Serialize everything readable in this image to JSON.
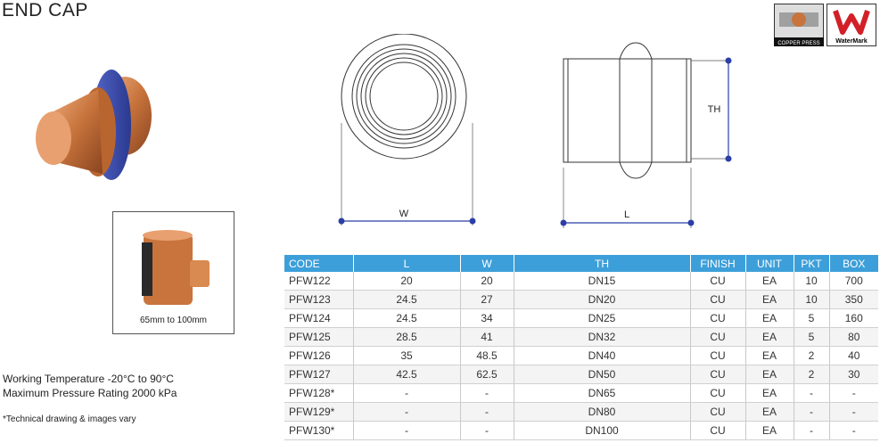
{
  "title": "END CAP",
  "inset_caption": "65mm to 100mm",
  "specs": {
    "working_temperature": "Working Temperature  -20°C to 90°C",
    "max_pressure": "Maximum Pressure Rating  2000 kPa"
  },
  "note": "*Technical drawing & images vary",
  "certs": {
    "copper_press": "COPPER PRESS",
    "watermark": "WaterMark"
  },
  "drawing": {
    "width_label": "W",
    "length_label": "L",
    "thread_label": "TH"
  },
  "colors": {
    "header_blue": "#3d9fd9",
    "copper": "#c8743c",
    "seal_blue": "#3a4fb0",
    "dimension_blue": "#2b3fa8",
    "watermark_red": "#d22027"
  },
  "table": {
    "headers": [
      "CODE",
      "L",
      "W",
      "TH",
      "FINISH",
      "UNIT",
      "PKT",
      "BOX"
    ],
    "rows": [
      [
        "PFW122",
        "20",
        "20",
        "DN15",
        "CU",
        "EA",
        "10",
        "700"
      ],
      [
        "PFW123",
        "24.5",
        "27",
        "DN20",
        "CU",
        "EA",
        "10",
        "350"
      ],
      [
        "PFW124",
        "24.5",
        "34",
        "DN25",
        "CU",
        "EA",
        "5",
        "160"
      ],
      [
        "PFW125",
        "28.5",
        "41",
        "DN32",
        "CU",
        "EA",
        "5",
        "80"
      ],
      [
        "PFW126",
        "35",
        "48.5",
        "DN40",
        "CU",
        "EA",
        "2",
        "40"
      ],
      [
        "PFW127",
        "42.5",
        "62.5",
        "DN50",
        "CU",
        "EA",
        "2",
        "30"
      ],
      [
        "PFW128*",
        "-",
        "-",
        "DN65",
        "CU",
        "EA",
        "-",
        "-"
      ],
      [
        "PFW129*",
        "-",
        "-",
        "DN80",
        "CU",
        "EA",
        "-",
        "-"
      ],
      [
        "PFW130*",
        "-",
        "-",
        "DN100",
        "CU",
        "EA",
        "-",
        "-"
      ]
    ]
  }
}
